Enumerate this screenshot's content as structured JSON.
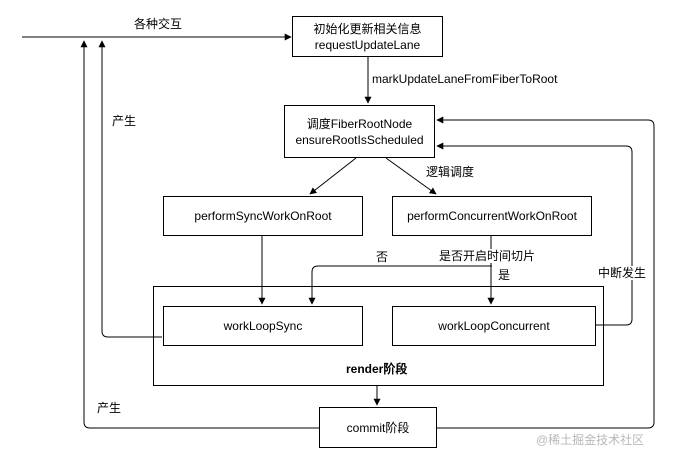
{
  "nodes": {
    "init": {
      "line1": "初始化更新相关信息",
      "line2": "requestUpdateLane"
    },
    "schedule": {
      "line1": "调度FiberRootNode",
      "line2": "ensureRootIsScheduled"
    },
    "sync": {
      "label": "performSyncWorkOnRoot"
    },
    "concurrent": {
      "label": "performConcurrentWorkOnRoot"
    },
    "loopSync": {
      "label": "workLoopSync"
    },
    "loopConcurrent": {
      "label": "workLoopConcurrent"
    },
    "commit": {
      "label": "commit阶段"
    }
  },
  "render_stage": {
    "label": "render阶段"
  },
  "edge_labels": {
    "interactions": "各种交互",
    "mark_update": "markUpdateLaneFromFiberToRoot",
    "produce_top": "产生",
    "produce_bottom": "产生",
    "logic_schedule": "逻辑调度",
    "no": "否",
    "time_slicing": "是否开启时间切片",
    "yes": "是",
    "interrupt": "中断发生"
  },
  "watermark": "@稀土掘金技术社区"
}
